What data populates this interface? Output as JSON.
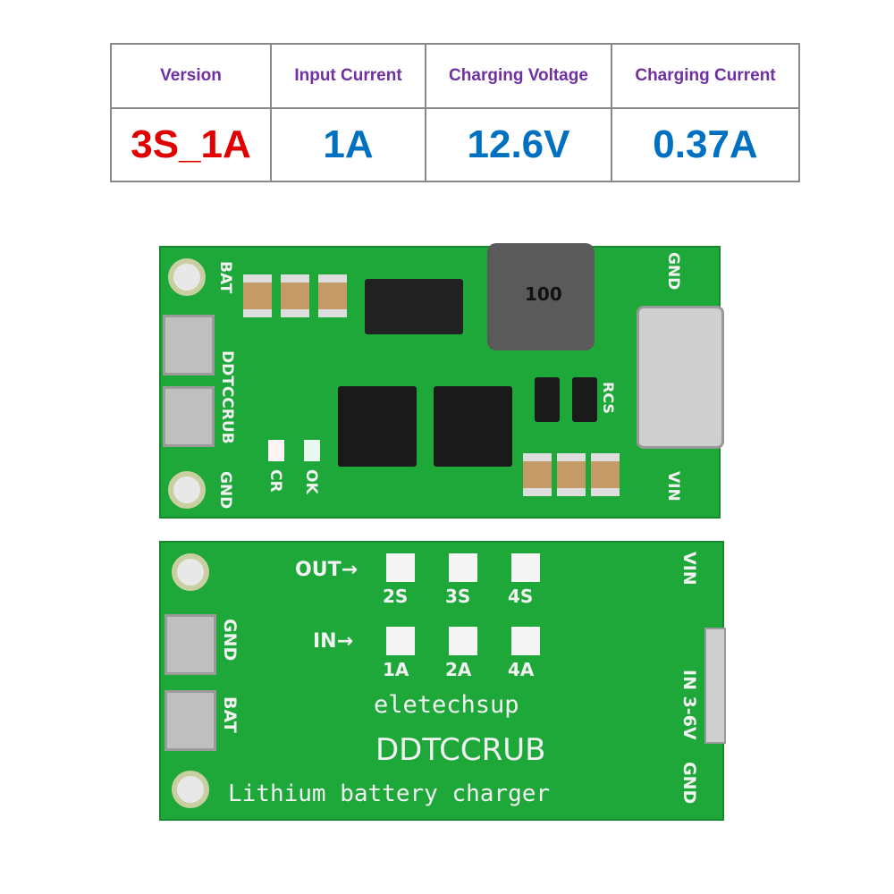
{
  "table": {
    "headers": [
      "Version",
      "Input Current",
      "Charging Voltage",
      "Charging Current"
    ],
    "values": [
      "3S_1A",
      "1A",
      "12.6V",
      "0.37A"
    ],
    "colors": {
      "header": "#7030a0",
      "version": "#e00000",
      "value": "#0070c0"
    }
  },
  "top_board": {
    "labels": {
      "bat": "BAT",
      "model": "DDTCCRUB",
      "gnd_left": "GND",
      "cr": "CR",
      "ok": "OK",
      "rcs": "RCS",
      "gnd_right": "GND",
      "vin": "VIN",
      "inductor": "100"
    }
  },
  "bottom_board": {
    "out_label": "OUT→",
    "out_options": [
      "2S",
      "3S",
      "4S"
    ],
    "in_label": "IN→",
    "in_options": [
      "1A",
      "2A",
      "4A"
    ],
    "brand": "eletechsup",
    "model": "DDTCCRUB",
    "description": "Lithium battery charger",
    "labels": {
      "gnd_left": "GND",
      "bat": "BAT",
      "vin": "VIN",
      "in_range": "IN 3-6V",
      "gnd_right": "GND"
    }
  }
}
